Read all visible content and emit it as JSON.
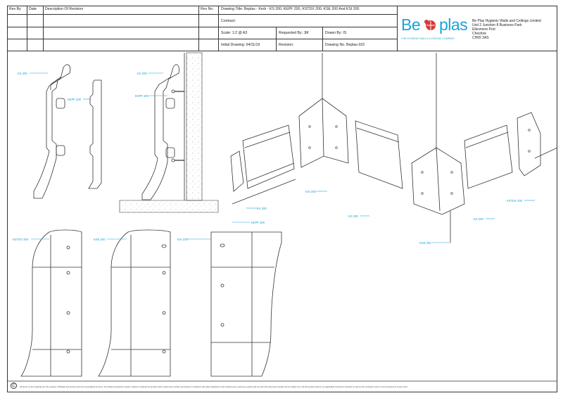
{
  "title_block": {
    "rev_by": "Rev By",
    "date": "Date",
    "description": "Description Of Revision",
    "rev_no": "Rev No.",
    "drawing_title": "Drawing Title: Beplas - Kerb - KS 200, KEPF 200, KSTDX 200, KSE 200 And KSI 200",
    "contract": "Contract:",
    "scale": "Scale: 1:2 @ A3",
    "requested_by": "Requested By:  JM",
    "drawn_by": "Drawn By: IS",
    "initial_drawing": "Initial Drawing:  04/11/19",
    "revision": "Revision:",
    "drawing_no": "Drawing No. Beplas-022"
  },
  "company": {
    "logo_left": "Be",
    "logo_right": "plas",
    "tagline": "THE HYGIENIC WALLS & CEILING COMPANY",
    "name": "Be Plas Hygienic Walls and Ceilings Limited",
    "address1": "Unit 2 Junction 8 Business Park",
    "address2": "Ellesmere Port",
    "address3": "Cheshire",
    "postcode": "CH65 3AS",
    "brand_color": "#1aa3d9",
    "accent_color": "#d63a3a"
  },
  "callouts": {
    "ks200_a": "KS 200",
    "kepf200_a": "KEPF 200",
    "ks200_b": "KS 200",
    "kepf200_b": "KEPF 200",
    "ksi200_iso": "KSI 200",
    "ks200_iso": "KS 200",
    "kepf200_iso": "KEPF 200",
    "ks200_iso2": "KS 200",
    "kse200_iso": "KSE 200",
    "kstdx200_iso": "KSTDX 200",
    "ks200_iso3": "KS 200",
    "kstdx200_front": "KSTDX 200",
    "kse200_front": "KSE 200",
    "ksi200_front": "KSI 200"
  },
  "footer": {
    "copyright_icon": "C",
    "notice": "All items on this drawing are the property of Beplas Ltd and as such are copyrighted by them. No drawing should be copied, edited or retained by another party unless prior written permission is obtained. All scales attached to this drawing are meant as a guide and as such this document should not be scaled from. All dimensions where it is applicable should be checked on site by the contractor prior to commencement of any work."
  }
}
